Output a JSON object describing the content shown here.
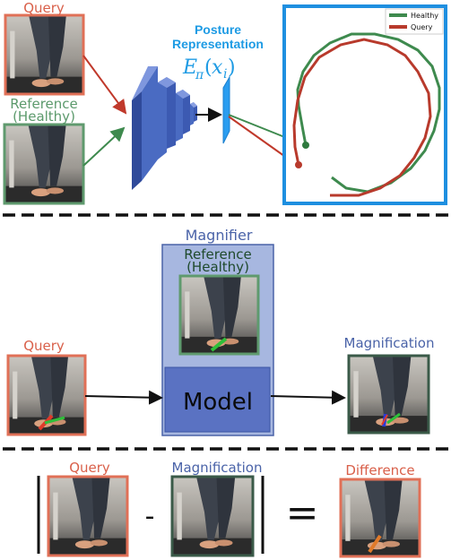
{
  "labels": {
    "query_top": "Query",
    "reference_top_line1": "Reference",
    "reference_top_line2": "(Healthy)",
    "posture_line1": "Posture",
    "posture_line2": "Representation",
    "posture_formula": "Eπ(xi)",
    "magnifier": "Magnifier",
    "magnifier_ref_line1": "Reference",
    "magnifier_ref_line2": "(Healthy)",
    "model": "Model",
    "query_mid": "Query",
    "magnification_mid": "Magnification",
    "query_bottom": "Query",
    "magnification_bottom": "Magnification",
    "difference": "Difference",
    "minus": "-",
    "equals": "="
  },
  "legend": {
    "items": [
      {
        "label": "Healthy",
        "color": "#3e8a4e"
      },
      {
        "label": "Query",
        "color": "#b83a2c"
      }
    ]
  },
  "colors": {
    "query": "#e07057",
    "reference": "#5f9a6e",
    "network_blue": "#4a6bc2",
    "panel_blue": "#1e8fe0",
    "magnifier_fill": "#a7b7e0",
    "magnifier_border": "#4a63a8",
    "model_fill": "#5a72c2",
    "magnification_border": "#3a5a48"
  }
}
